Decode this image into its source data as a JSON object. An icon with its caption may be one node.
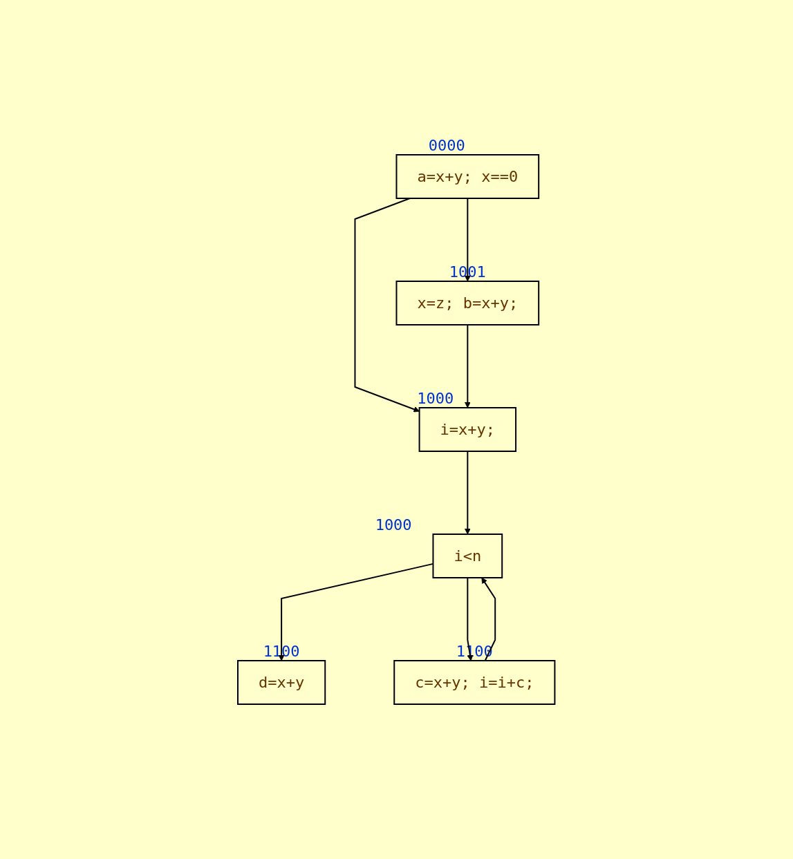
{
  "diagram": {
    "nodes": [
      {
        "text": [
          "a=x+y; x==0"
        ],
        "beside": [
          "0000"
        ]
      },
      {
        "text": [
          "x=z; b=x+y;"
        ],
        "beside": [
          "1001"
        ]
      },
      {
        "text": [
          "i=x+y;"
        ],
        "beside": [
          "1000"
        ]
      },
      {
        "text": [
          "i<n"
        ],
        "beside": [
          "1000"
        ]
      },
      {
        "text": [
          "c=x+y; i=i+c;"
        ],
        "beside": [
          "1100"
        ]
      },
      {
        "text": [
          "d=x+y"
        ],
        "beside": [
          "1100"
        ]
      }
    ],
    "edges": [
      {
        "from": 0,
        "to": 1,
        "arrow": "to"
      },
      {
        "from": 0,
        "to": 2,
        "arrow": "to"
      },
      {
        "from": 1,
        "to": 2,
        "arrow": "to"
      },
      {
        "from": 2,
        "to": 3,
        "arrow": "to"
      },
      {
        "from": 3,
        "to": 4,
        "arrow": "to"
      },
      {
        "from": 3,
        "to": 5,
        "arrow": "to"
      },
      {
        "from": 4,
        "to": 3,
        "arrow": "to"
      }
    ]
  }
}
